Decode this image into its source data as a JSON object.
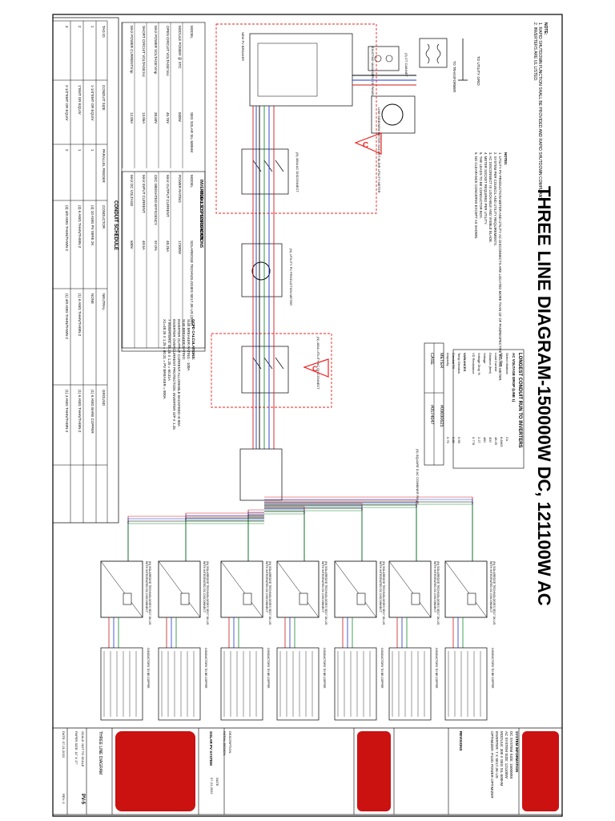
{
  "title": "THREE LINE DIAGRAM-150000W DC, 121100W AC",
  "notes": {
    "heading": "NOTE:",
    "items": [
      "1. RAPID SHUTDOWN FUNCTION SHALL BE PROVIDED AND RAPID SHUTDOWN COMPLIANT.",
      "2. INVERTERS ARE UL LISTED."
    ]
  },
  "labels": {
    "utility_grid": "TO UTILITY GRID",
    "transformer": "TO TRANSFORMER",
    "ct": "(3) CT CABINET",
    "main_panel": "EXISTING MAIN SERVICE PANEL",
    "meter_note": "LINE SIDE/NEW METER SOCKET\nBI-DIR UTILITY METER",
    "pv_breaker": "NEW PV BREAKER",
    "ac_disconnect": "(N) 400A AC DISCONNECT",
    "pv_meter": "(N) UTILITY PV PRODUCTION METER",
    "utility_disconnect": "(N) 400A UTILITY AC DISCONNECT",
    "combiner": "(N) SQUARE D AC COMBINER PANEL",
    "ground": "GROUND",
    "conduit_run": "CONDUIT RUN"
  },
  "markers": {
    "c": "C"
  },
  "right_notes": {
    "heading": "NOTES:",
    "items": [
      "1. UTILITY PV PRODUCTION METER AND UTILITY AC DISCONNECTS ARE LOCATED MORE THAN 10' OF PAN/RESPECTIVE BILLING METER.",
      "2. SYSTEM PER COUNCIL AND UTILITY REQUIREMENTS.",
      "3. AC DISCONNECT IS LOCKABLE AND VISIBLE BLADE.",
      "4. METER SOCKET REQUIRED PER UTILITY.",
      "5. THE LEADS TO BE CONDUCTOR BOX.",
      "6. NO CLEARANCE CONCERNS EXCEPT AS SHOWN."
    ]
  },
  "longest_run": {
    "heading": "LONGEST CONDUIT RUN TO INVERTERS",
    "subheading": "AC VOLTAGE DROP (LINE 1)",
    "rows": [
      [
        "Select Material",
        "Cu"
      ],
      [
        "Wire Size",
        "8 AWG"
      ],
      [
        "Load Current",
        "48.25"
      ],
      [
        "Distance (feet)",
        "400"
      ],
      [
        "Voltage",
        "480"
      ],
      [
        "Voltage Drop %",
        "2.27"
      ],
      [
        "VD Resistance",
        "0.778"
      ]
    ],
    "variances_heading": "VARIANCES",
    "variances": [
      [
        "Temp Deration",
        "0.96"
      ],
      [
        "Conduit Fill",
        "0.80"
      ],
      [
        "Ampacity",
        "0.79"
      ]
    ]
  },
  "meter_case": {
    "headers": [
      "METER",
      "CASE"
    ],
    "values": [
      "#09690625",
      "#0574047"
    ]
  },
  "module_spec": {
    "heading": "MODULE SPECIFICATION",
    "rows": [
      [
        "MODEL",
        "SEG SOLAR SIL-500HM"
      ],
      [
        "MODULE POWER @ STC",
        "500W"
      ],
      [
        "OPEN CIRCUIT VOLTAGE:Voc",
        "45.76V"
      ],
      [
        "MAX POWER VOLTAGE:Vmp",
        "38.60V"
      ],
      [
        "SHORT CIRCUIT VOLTAGE:Isc",
        "13.86A"
      ],
      [
        "MAX POWER CURRENT:Imp",
        "12.89A"
      ]
    ]
  },
  "inverter_spec": {
    "heading": "INVERTER-1 TO 7 SPECIFICATIONS",
    "rows": [
      [
        "MODEL",
        "SOLAREDGE TECHNOLOGIES SE17.3K-US (208V)"
      ],
      [
        "POWER RATING",
        "17300W"
      ],
      [
        "MAX OUTPUT CURRENT",
        "48.25A"
      ],
      [
        "CEC WEIGHTED EFFICIENCY",
        "97.0%"
      ],
      [
        "MAX INPUT CURRENT",
        "40.5A"
      ],
      [
        "MAX DC VOLTAGE",
        "600V"
      ]
    ]
  },
  "ocpd": {
    "heading": "OCPD CALCULATIONS:",
    "items": [
      "SUB BREAKER RATING - 100A",
      "SUB BREAKER RATING:",
      "INVERTER OUTPUT CURRENT ALLOWABLE BACKFEED IS 80A",
      "INVERTER OVERCURRENT PROTECTION: INVERTER O/P X 1.25",
      "7 INVERTERS: 48.25 X 1.25 = 60.31A",
      "X1=48.25 X 1.25 = 60.31 = PV BREAKER = 800A"
    ]
  },
  "conduit_schedule": {
    "heading": "CONDUIT SCHEDULE",
    "columns": [
      "TAG ID",
      "CONDUIT SIZE",
      "PARALLEL FEEDER",
      "CONDUCTOR",
      "NEUTRAL",
      "GROUND"
    ],
    "rows": [
      [
        "1",
        "1-1/4\"EMT OR EQUIV",
        "1",
        "(4) 10 AWG PV WIRE 2K",
        "NONE",
        "(1) 6 AWG BARE COPPER"
      ],
      [
        "2",
        "1\"EMT OR EQUIV",
        "1",
        "(3) 6 AWG THHN/THWN-2",
        "(1) 6 AWG THHN/THWN-2",
        "(1) 6 AWG THHN/THWN-2"
      ],
      [
        "3",
        "2-1/2\"EMT OR EQUIV",
        "2",
        "(3) 4/0 AWG THHN/THWN-2",
        "(1) 4/0 AWG THHN/THWN-2",
        "(1) 4 AWG THHN/THWN-2"
      ]
    ]
  },
  "inverters": {
    "label": "(N) SOLAREDGE TECHNOLOGIES SE17.3K-US",
    "sub_label": "WITH INTEGRATED DC DISCONNECT",
    "dc_text": "CONDUCTORS TO BE COPPER"
  },
  "title_block": {
    "company_heading": "SYSTEM INFORMATION",
    "system_lines": [
      "DC SYSTEM SIZE: 150000W",
      "AC SYSTEM SIZE: 121100W",
      "MODULE: 300 X SEG SIL-500HM",
      "INVERTER: 7 X SE17.3K-US",
      "OPTIMIZER: P1101 POWER OPTIMIZER"
    ],
    "revisions_heading": "REVISIONS",
    "revision_rows": [
      [
        "DESCRIPTION",
        "DATE",
        "REV"
      ],
      [
        "INITIAL DESIGN",
        "07-21-2022",
        "0"
      ]
    ],
    "project_name": "SOLAR PV SYSTEM",
    "sheet_name": "THREE LINE DIAGRAM",
    "scale": "SCALE: NOT TO SCALE",
    "paper": "PAPER SIZE: 11\" X 17\"",
    "sheet_number": "PV-5",
    "date_label": "DATE: 07-21-2022",
    "rev_label": "REV: 0"
  },
  "colors": {
    "red": "#c91a1a",
    "blue": "#1d36c9",
    "green": "#168a2e",
    "black": "#000000",
    "redacted": "#cc1111"
  }
}
